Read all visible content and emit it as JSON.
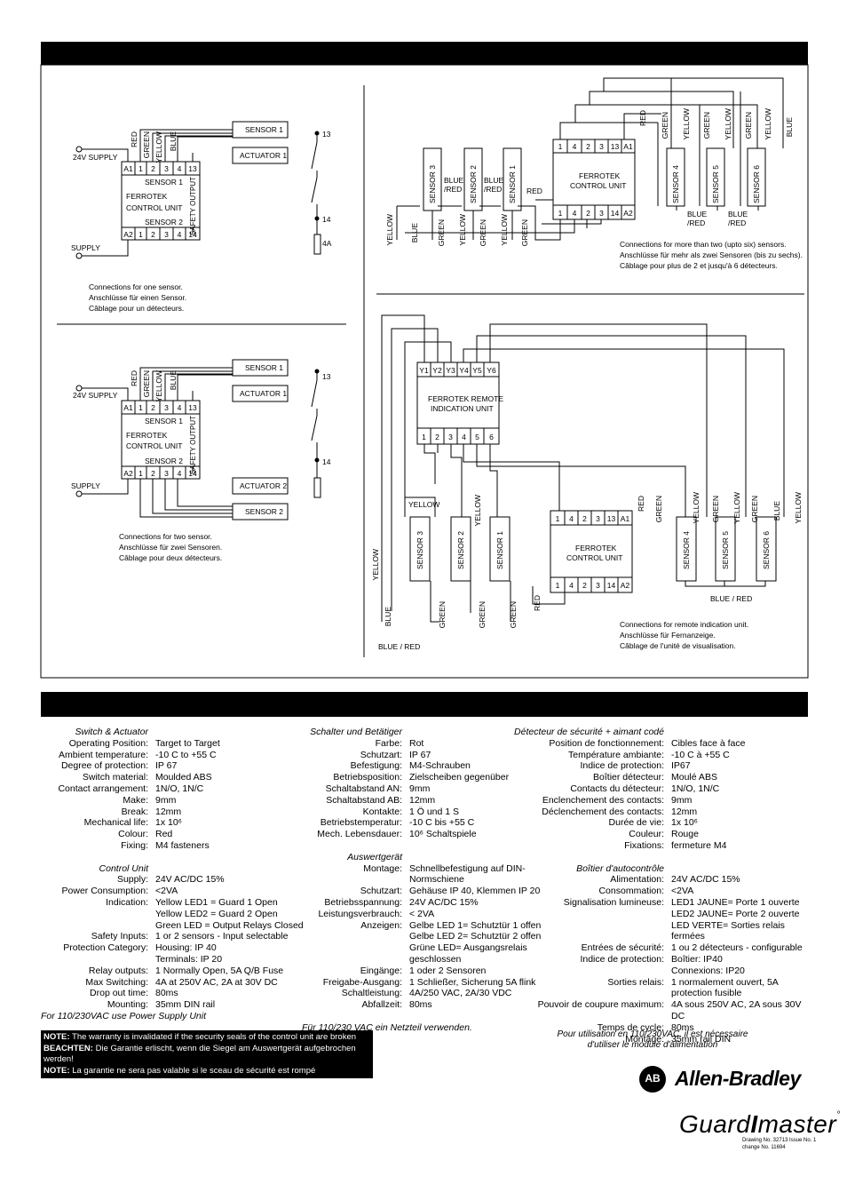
{
  "diagrams": {
    "one_sensor": {
      "sensor": "SENSOR 1",
      "actuator": "ACTUATOR 1",
      "supply_top": "24V SUPPLY",
      "supply_bottom": "SUPPLY",
      "wire_red": "RED",
      "wire_green": "GREEN",
      "wire_yellow": "YELLOW",
      "wire_blue": "BLUE",
      "terminals_top": [
        "A1",
        "1",
        "2",
        "3",
        "4",
        "13"
      ],
      "terminals_bottom": [
        "A2",
        "1",
        "2",
        "3",
        "4",
        "14"
      ],
      "unit_sensor1": "SENSOR 1",
      "unit_name_1": "FERROTEK",
      "unit_name_2": "CONTROL UNIT",
      "unit_sensor2": "SENSOR 2",
      "safety_output": "SAFETY OUTPUT",
      "out13": "13",
      "out14": "14",
      "fuse": "4A",
      "caption": [
        "Connections for one sensor.",
        "Anschlüsse für einen Sensor.",
        "Câblage pour un détecteurs."
      ]
    },
    "two_sensors": {
      "sensor1": "SENSOR 1",
      "actuator1": "ACTUATOR 1",
      "actuator2": "ACTUATOR 2",
      "sensor2": "SENSOR 2",
      "caption": [
        "Connections for two sensor.",
        "Anschlüsse für zwei Sensoren.",
        "Câblage pour deux détecteurs."
      ]
    },
    "six_sensors": {
      "terminals_top": [
        "1",
        "4",
        "2",
        "3",
        "13",
        "A1"
      ],
      "terminals_bottom": [
        "1",
        "4",
        "2",
        "3",
        "14",
        "A2"
      ],
      "unit_name_1": "FERROTEK",
      "unit_name_2": "CONTROL UNIT",
      "sensors": [
        "SENSOR 3",
        "SENSOR 2",
        "SENSOR 1",
        "SENSOR 4",
        "SENSOR 5",
        "SENSOR 6"
      ],
      "blue_red_1": "BLUE",
      "blue_red_2": "/RED",
      "wires_top": [
        "GREEN",
        "YELLOW",
        "GREEN",
        "YELLOW",
        "GREEN",
        "YELLOW",
        "BLUE"
      ],
      "wires_bottom": [
        "YELLOW",
        "BLUE",
        "GREEN",
        "YELLOW",
        "GREEN",
        "YELLOW",
        "GREEN"
      ],
      "red": "RED",
      "caption": [
        "Connections for more than two (upto six) sensors.",
        "Anschlüsse für mehr als zwei Sensoren (bis zu sechs).",
        "Câblage pour plus de 2 et jusqu'à 6 détecteurs."
      ]
    },
    "remote": {
      "remote_top": [
        "Y1",
        "Y2",
        "Y3",
        "Y4",
        "Y5",
        "Y6"
      ],
      "remote_bottom": [
        "1",
        "2",
        "3",
        "4",
        "5",
        "6"
      ],
      "remote_name_1": "FERROTEK REMOTE",
      "remote_name_2": "INDICATION UNIT",
      "terminals_top": [
        "1",
        "4",
        "2",
        "3",
        "13",
        "A1"
      ],
      "terminals_bottom": [
        "1",
        "4",
        "2",
        "3",
        "14",
        "A2"
      ],
      "unit_name_1": "FERROTEK",
      "unit_name_2": "CONTROL UNIT",
      "sensors": [
        "SENSOR 3",
        "SENSOR 2",
        "SENSOR 1",
        "SENSOR 4",
        "SENSOR 5",
        "SENSOR 6"
      ],
      "yellow": "YELLOW",
      "blue": "BLUE",
      "green": "GREEN",
      "red": "RED",
      "blue_red": "BLUE / RED",
      "wires_top_right": [
        "GREEN",
        "YELLOW",
        "GREEN",
        "YELLOW",
        "GREEN",
        "BLUE",
        "YELLOW"
      ],
      "caption": [
        "Connections for remote indication unit.",
        "Anschlüsse für Fernanzeige.",
        "Câblage de l'unité de visualisation."
      ]
    }
  },
  "specs_en": [
    {
      "l": "Switch & Actuator",
      "v": "",
      "h": true
    },
    {
      "l": "Operating Position:",
      "v": "Target to Target"
    },
    {
      "l": "Ambient temperature:",
      "v": "-10  C to +55  C"
    },
    {
      "l": "Degree of protection:",
      "v": "IP 67"
    },
    {
      "l": "Switch material:",
      "v": "Moulded ABS"
    },
    {
      "l": "Contact arrangement:",
      "v": "1N/O, 1N/C"
    },
    {
      "l": "Make:",
      "v": "9mm"
    },
    {
      "l": "Break:",
      "v": "12mm"
    },
    {
      "l": "Mechanical life:",
      "v": "1x 10⁶"
    },
    {
      "l": "Colour:",
      "v": "Red"
    },
    {
      "l": "Fixing:",
      "v": "M4 fasteners"
    },
    {
      "gap": true
    },
    {
      "l": "Control Unit",
      "v": "",
      "h": true
    },
    {
      "l": "Supply:",
      "v": "24V AC/DC    15%"
    },
    {
      "l": "Power Consumption:",
      "v": "<2VA"
    },
    {
      "l": "Indication:",
      "v": "Yellow LED1 = Guard 1 Open"
    },
    {
      "l": "",
      "v": "Yellow LED2 = Guard 2 Open"
    },
    {
      "l": "",
      "v": "Green LED = Output Relays Closed"
    },
    {
      "l": "Safety Inputs:",
      "v": "1 or 2 sensors - Input selectable"
    },
    {
      "l": "Protection Category:",
      "v": "Housing: IP 40"
    },
    {
      "l": "",
      "v": "Terminals: IP 20"
    },
    {
      "l": "Relay outputs:",
      "v": "1 Normally Open, 5A Q/B Fuse"
    },
    {
      "l": "Max Switching:",
      "v": "4A at 250V AC, 2A at 30V DC"
    },
    {
      "l": "Drop out time:",
      "v": "80ms"
    },
    {
      "l": "Mounting:",
      "v": "35mm DIN rail"
    },
    {
      "l": "For 110/230VAC use Power Supply Unit",
      "v": "",
      "n": true
    }
  ],
  "specs_de": [
    {
      "l": "Schalter und Betätiger",
      "v": "",
      "h": true
    },
    {
      "l": "Farbe:",
      "v": "Rot"
    },
    {
      "l": "Schutzart:",
      "v": "IP 67"
    },
    {
      "l": "Befestigung:",
      "v": "M4-Schrauben"
    },
    {
      "l": "Betriebsposition:",
      "v": "Zielscheiben gegenüber"
    },
    {
      "l": "Schaltabstand AN:",
      "v": "9mm"
    },
    {
      "l": "Schaltabstand AB:",
      "v": "12mm"
    },
    {
      "l": "Kontakte:",
      "v": "1 Ö und 1 S"
    },
    {
      "l": "Betriebstemperatur:",
      "v": "-10  C bis +55  C"
    },
    {
      "l": "Mech. Lebensdauer:",
      "v": "10⁶ Schaltspiele"
    },
    {
      "gap": true
    },
    {
      "l": "Auswertgerät",
      "v": "",
      "h": true
    },
    {
      "l": "Montage:",
      "v": "Schnellbefestigung auf DIN-Normschiene"
    },
    {
      "l": "Schutzart:",
      "v": "Gehäuse IP 40, Klemmen IP 20"
    },
    {
      "l": "Betriebsspannung:",
      "v": "24V AC/DC    15%"
    },
    {
      "l": "Leistungsverbrauch:",
      "v": "< 2VA"
    },
    {
      "l": "Anzeigen:",
      "v": "Gelbe LED 1= Schutztür 1 offen"
    },
    {
      "l": "",
      "v": "Gelbe LED 2= Schutztür 2 offen"
    },
    {
      "l": "",
      "v": "Grüne LED= Ausgangsrelais geschlossen"
    },
    {
      "l": "Eingänge:",
      "v": "1 oder 2 Sensoren"
    },
    {
      "l": "Freigabe-Ausgang:",
      "v": "1 Schließer, Sicherung 5A flink"
    },
    {
      "l": "Schaltleistung:",
      "v": "4A/250 VAC, 2A/30 VDC"
    },
    {
      "l": "Abfallzeit:",
      "v": "80ms"
    },
    {
      "gap": true
    },
    {
      "l": "Für 110/230 VAC ein Netzteil verwenden.",
      "v": "",
      "n": true
    }
  ],
  "specs_fr": [
    {
      "l": "Détecteur de sécurité + aimant codé",
      "v": "",
      "h": true
    },
    {
      "l": "Position de fonctionnement:",
      "v": "Cibles face à face"
    },
    {
      "l": "Température ambiante:",
      "v": "-10  C à +55  C"
    },
    {
      "l": "Indice de protection:",
      "v": "IP67"
    },
    {
      "l": "Boîtier détecteur:",
      "v": "Moulé ABS"
    },
    {
      "l": "Contacts du détecteur:",
      "v": "1N/O, 1N/C"
    },
    {
      "l": "Enclenchement des contacts:",
      "v": "9mm"
    },
    {
      "l": "Déclenchement des contacts:",
      "v": "12mm"
    },
    {
      "l": "Durée de vie:",
      "v": "1x 10⁶"
    },
    {
      "l": "Couleur:",
      "v": "Rouge"
    },
    {
      "l": "Fixations:",
      "v": "fermeture M4"
    },
    {
      "gap": true
    },
    {
      "l": "Boîtier d'autocontrôle",
      "v": "",
      "h": true
    },
    {
      "l": "Alimentation:",
      "v": "24V AC/DC    15%"
    },
    {
      "l": "Consommation:",
      "v": "<2VA"
    },
    {
      "l": "Signalisation lumineuse:",
      "v": "LED1 JAUNE= Porte 1 ouverte"
    },
    {
      "l": "",
      "v": "LED2 JAUNE= Porte 2 ouverte"
    },
    {
      "l": "",
      "v": "LED VERTE= Sorties relais fermées"
    },
    {
      "l": "Entrées de sécurité:",
      "v": "1 ou 2 détecteurs - configurable"
    },
    {
      "l": "Indice de protection:",
      "v": "Boîtier: IP40"
    },
    {
      "l": "",
      "v": "Connexions: IP20"
    },
    {
      "l": "Sorties relais:",
      "v": "1 normalement ouvert, 5A"
    },
    {
      "l": "",
      "v": "protection fusible"
    },
    {
      "l": "Pouvoir de coupure maximum:",
      "v": "4A sous 250V AC, 2A sous 30V DC"
    },
    {
      "l": "Temps de cycle:",
      "v": "80ms"
    },
    {
      "l": "Montage:",
      "v": "35mm rail DIN"
    }
  ],
  "notes": {
    "n1_lbl": "NOTE:",
    "n1": " The warranty is invalidated if the security seals of the control unit are broken",
    "n2_lbl": "BEACHTEN:",
    "n2": " Die Garantie erlischt, wenn die Siegel am Auswertgerät aufgebrochen werden!",
    "n3_lbl": "NOTE:",
    "n3": " La garantie ne sera pas valable si le sceau de sécurité est rompé"
  },
  "fr_note": "Pour utilisation en 110/230VAC, il est nécessaire d'utiliser le module d'alimentation",
  "brand": {
    "ab": "AB",
    "name": "Allen-Bradley",
    "guardmaster": "Guard",
    "guardmaster2": "master"
  },
  "drawing": {
    "line1": "Drawing No. 32713  Issue No. 1",
    "line2": "change No. 11694"
  }
}
